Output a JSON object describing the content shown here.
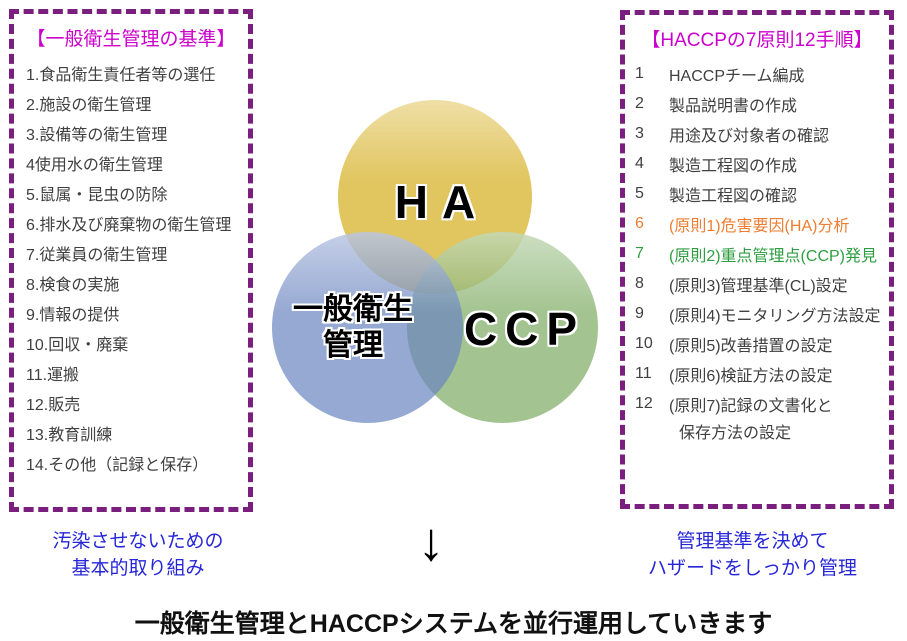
{
  "colors": {
    "panel_border": "#7A1F7D",
    "panel_title_magenta": "#CC00CC",
    "item_text": "#404040",
    "step6_orange": "#ED7D31",
    "step7_green": "#2F9E41",
    "caption_blue": "#2626D9",
    "venn_ha_fill": "#E1C55E",
    "venn_general_fill": "#97A9D4",
    "venn_ccp_fill": "#A4C492"
  },
  "left_box": {
    "title": "【一般衛生管理の基準】",
    "items": [
      "1.食品衛生責任者等の選任",
      "2.施設の衛生管理",
      "3.設備等の衛生管理",
      "4使用水の衛生管理",
      "5.鼠属・昆虫の防除",
      "6.排水及び廃棄物の衛生管理",
      "7.従業員の衛生管理",
      "8.検食の実施",
      "9.情報の提供",
      "10.回収・廃棄",
      "11.運搬",
      "12.販売",
      "13.教育訓練",
      "14.その他（記録と保存）"
    ],
    "caption_line1": "汚染させないための",
    "caption_line2": "基本的取り組み"
  },
  "right_box": {
    "title": "【HACCPの7原則12手順】",
    "items": [
      {
        "num": "1",
        "text": "HACCPチーム編成",
        "color": null
      },
      {
        "num": "2",
        "text": "製品説明書の作成",
        "color": null
      },
      {
        "num": "3",
        "text": "用途及び対象者の確認",
        "color": null
      },
      {
        "num": "4",
        "text": "製造工程図の作成",
        "color": null
      },
      {
        "num": "5",
        "text": "製造工程図の確認",
        "color": null
      },
      {
        "num": "6",
        "text": "(原則1)危害要因(HA)分析",
        "color": "#ED7D31"
      },
      {
        "num": "7",
        "text": "(原則2)重点管理点(CCP)発見",
        "color": "#2F9E41"
      },
      {
        "num": "8",
        "text": "(原則3)管理基準(CL)設定",
        "color": null
      },
      {
        "num": "9",
        "text": "(原則4)モニタリング方法設定",
        "color": null
      },
      {
        "num": "10",
        "text": "(原則5)改善措置の設定",
        "color": null
      },
      {
        "num": "11",
        "text": "(原則6)検証方法の設定",
        "color": null
      },
      {
        "num": "12",
        "text": "(原則7)記録の文書化と",
        "text2": "保存方法の設定",
        "color": null
      }
    ],
    "caption_line1": "管理基準を決めて",
    "caption_line2": "ハザードをしっかり管理"
  },
  "venn": {
    "ha_label": "HA",
    "ccp_label": "CCP",
    "general_label_line1": "一般衛生",
    "general_label_line2": "管理"
  },
  "arrow_glyph": "↓",
  "bottom_title": "一般衛生管理とHACCPシステムを並行運用していきます"
}
